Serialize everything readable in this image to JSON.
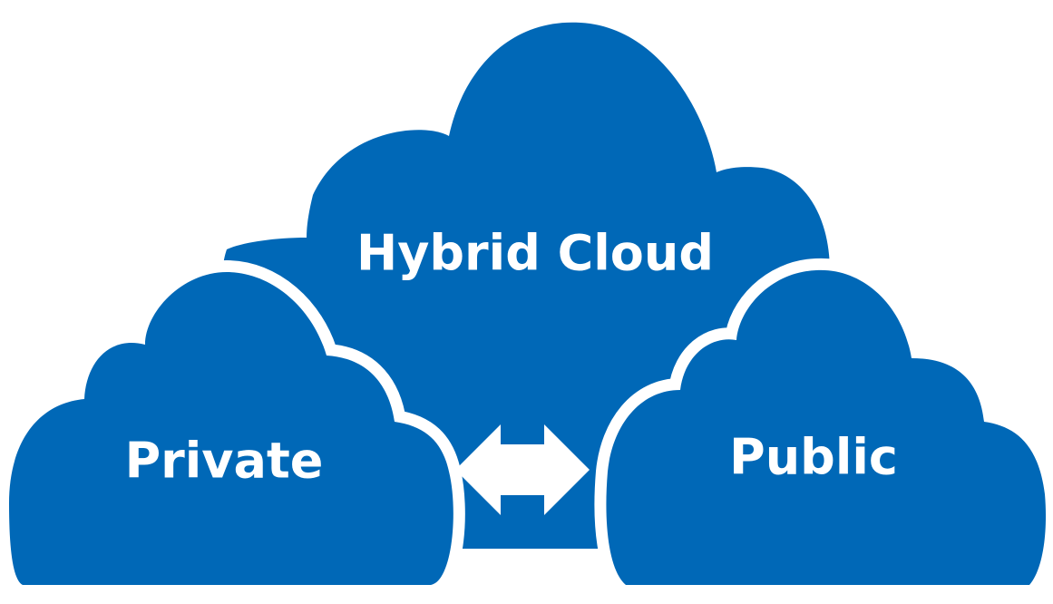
{
  "diagram": {
    "center_cloud": {
      "label": "Hybrid Cloud"
    },
    "left_cloud": {
      "label": "Private"
    },
    "right_cloud": {
      "label": "Public"
    },
    "connector": {
      "icon": "double-arrow-icon"
    }
  },
  "colors": {
    "cloud_fill": "#0068b7",
    "outline": "#ffffff",
    "label": "#ffffff",
    "background": "#ffffff"
  }
}
